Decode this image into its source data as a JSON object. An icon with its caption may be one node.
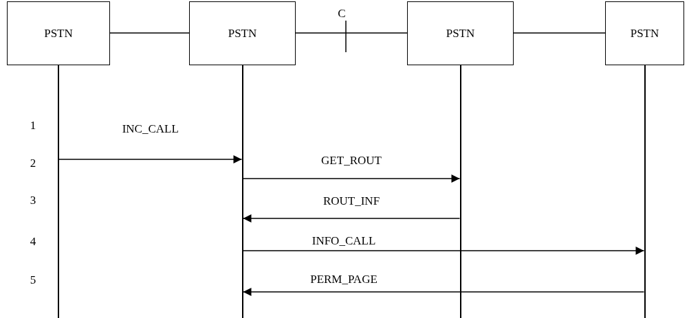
{
  "diagram": {
    "nodes": [
      {
        "text": [
          "PSTN"
        ]
      },
      {
        "text": [
          "PSTN"
        ]
      },
      {
        "text": [
          "PSTN"
        ]
      },
      {
        "text": [
          "PSTN"
        ]
      },
      {
        "text": [],
        "shape": "line"
      },
      {
        "text": [],
        "shape": "line"
      },
      {
        "text": [],
        "shape": "line"
      },
      {
        "text": [],
        "shape": "line"
      }
    ],
    "edges": [
      {
        "from": 0,
        "to": 1,
        "arrow": "none"
      },
      {
        "from": 1,
        "to": 2,
        "arrow": "none"
      },
      {
        "from": 2,
        "to": 3,
        "arrow": "none"
      },
      {
        "from": 4,
        "to": 5,
        "arrow": "to",
        "label": "INC_CALL"
      },
      {
        "from": 5,
        "to": 6,
        "arrow": "to",
        "label": "GET_ROUT"
      },
      {
        "from": 6,
        "to": 5,
        "arrow": "to",
        "label": "ROUT_INF"
      },
      {
        "from": 5,
        "to": 7,
        "arrow": "to",
        "label": "INFO_CALL"
      },
      {
        "from": 7,
        "to": 5,
        "arrow": "to",
        "label": "PERM_PAGE"
      }
    ],
    "labels": [
      "C",
      "1",
      "2",
      "3",
      "4",
      "5"
    ]
  }
}
